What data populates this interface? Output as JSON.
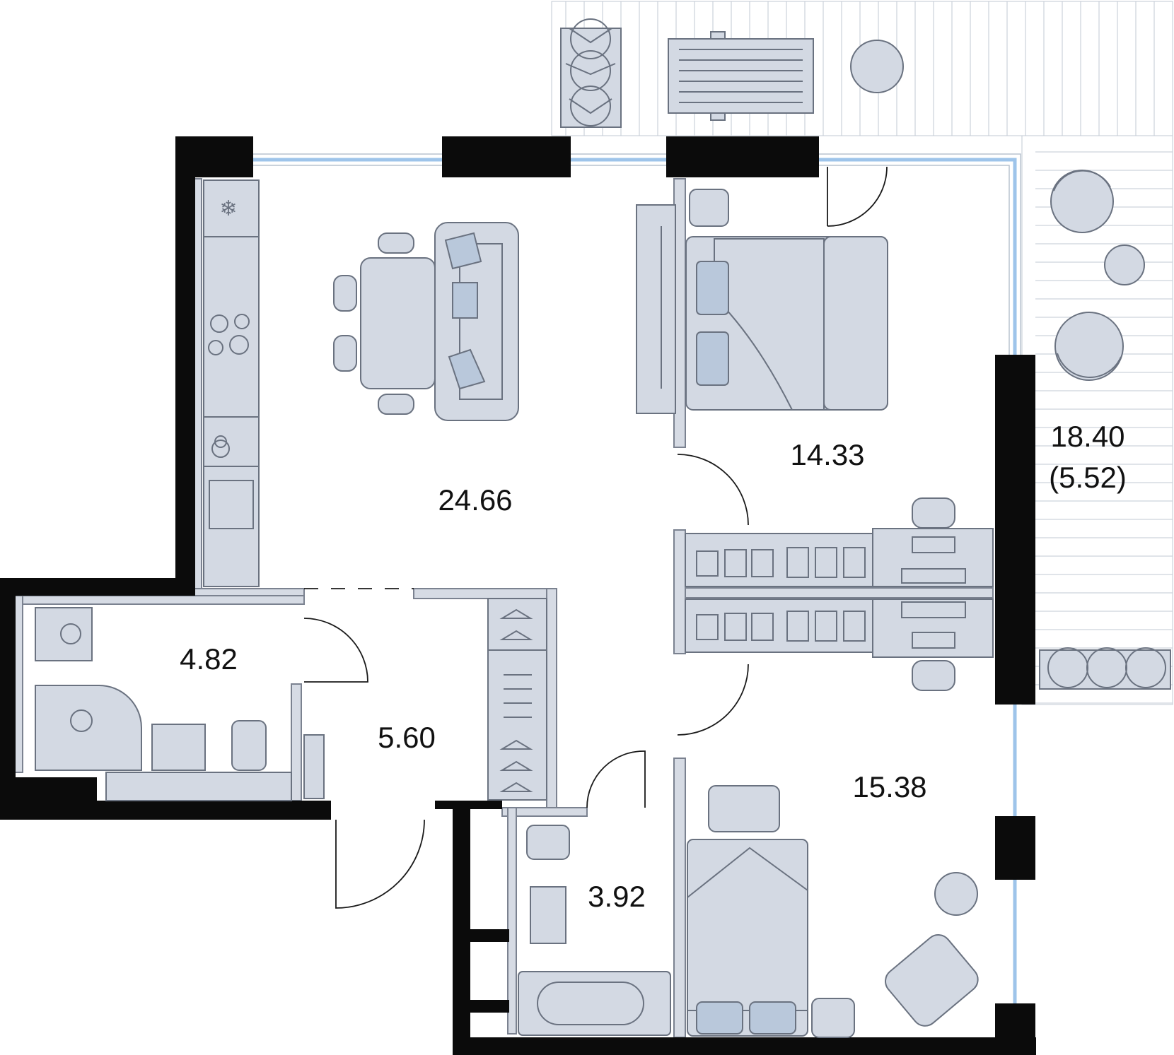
{
  "plan": {
    "rooms": [
      {
        "id": "living-kitchen",
        "area": "24.66"
      },
      {
        "id": "bedroom-1",
        "area": "14.33"
      },
      {
        "id": "terrace",
        "area": "18.40",
        "reduced_area": "(5.52)"
      },
      {
        "id": "laundry",
        "area": "4.82"
      },
      {
        "id": "hallway",
        "area": "5.60"
      },
      {
        "id": "bathroom",
        "area": "3.92"
      },
      {
        "id": "bedroom-2",
        "area": "15.38"
      }
    ],
    "colors": {
      "wall": "#0b0b0b",
      "furniture": "#d3d9e3",
      "accent_fabric": "#b9c8db",
      "window": "#9ec4ea"
    }
  }
}
